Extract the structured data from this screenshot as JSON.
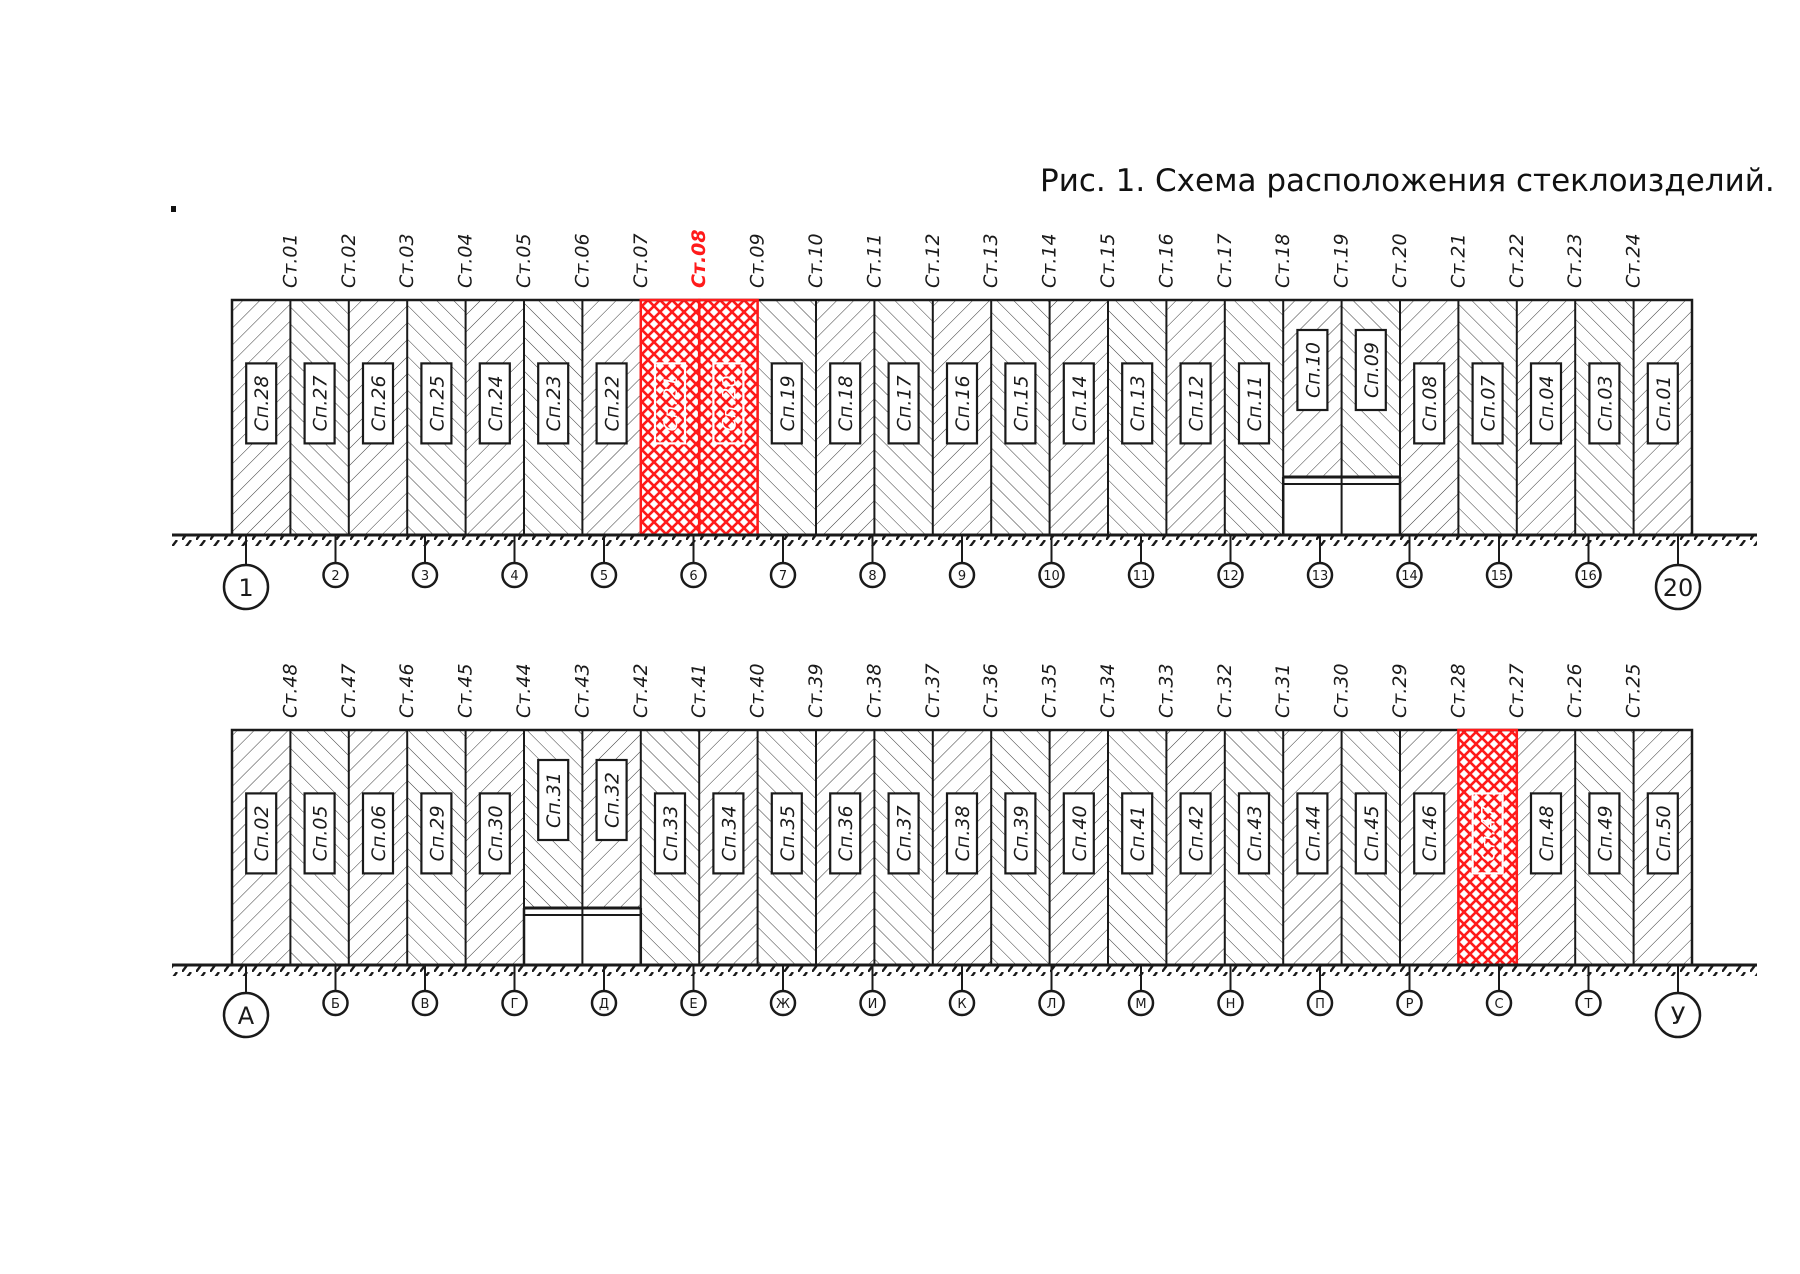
{
  "caption": "Рис. 1. Схема расположения стеклоизделий.",
  "colors": {
    "line": "#1a1a1a",
    "highlight": "#ff1a1a",
    "background": "#ffffff"
  },
  "facades": [
    {
      "id": "facade-1",
      "stekla": [
        "Ст.01",
        "Ст.02",
        "Ст.03",
        "Ст.04",
        "Ст.05",
        "Ст.06",
        "Ст.07",
        "Ст.08",
        "Ст.09",
        "Ст.10",
        "Ст.11",
        "Ст.12",
        "Ст.13",
        "Ст.14",
        "Ст.15",
        "Ст.16",
        "Ст.17",
        "Ст.18",
        "Ст.19",
        "Ст.20",
        "Ст.21",
        "Ст.22",
        "Ст.23",
        "Ст.24"
      ],
      "highlighted_steklo": "Ст.08",
      "panels": [
        {
          "label": "Сп.28",
          "highlight": false,
          "door": false
        },
        {
          "label": "Сп.27",
          "highlight": false,
          "door": false
        },
        {
          "label": "Сп.26",
          "highlight": false,
          "door": false
        },
        {
          "label": "Сп.25",
          "highlight": false,
          "door": false
        },
        {
          "label": "Сп.24",
          "highlight": false,
          "door": false
        },
        {
          "label": "Сп.23",
          "highlight": false,
          "door": false
        },
        {
          "label": "Сп.22",
          "highlight": false,
          "door": false
        },
        {
          "label": "Сп.21",
          "highlight": true,
          "door": false
        },
        {
          "label": "Сп.20",
          "highlight": true,
          "door": false
        },
        {
          "label": "Сп.19",
          "highlight": false,
          "door": false
        },
        {
          "label": "Сп.18",
          "highlight": false,
          "door": false
        },
        {
          "label": "Сп.17",
          "highlight": false,
          "door": false
        },
        {
          "label": "Сп.16",
          "highlight": false,
          "door": false
        },
        {
          "label": "Сп.15",
          "highlight": false,
          "door": false
        },
        {
          "label": "Сп.14",
          "highlight": false,
          "door": false
        },
        {
          "label": "Сп.13",
          "highlight": false,
          "door": false
        },
        {
          "label": "Сп.12",
          "highlight": false,
          "door": false
        },
        {
          "label": "Сп.11",
          "highlight": false,
          "door": false
        },
        {
          "label": "Сп.10",
          "highlight": false,
          "door": true
        },
        {
          "label": "Сп.09",
          "highlight": false,
          "door": true
        },
        {
          "label": "Сп.08",
          "highlight": false,
          "door": false
        },
        {
          "label": "Сп.07",
          "highlight": false,
          "door": false
        },
        {
          "label": "Сп.04",
          "highlight": false,
          "door": false
        },
        {
          "label": "Сп.03",
          "highlight": false,
          "door": false
        },
        {
          "label": "Сп.01",
          "highlight": false,
          "door": false
        }
      ],
      "axes": [
        "1",
        "2",
        "3",
        "4",
        "5",
        "6",
        "7",
        "8",
        "9",
        "10",
        "11",
        "12",
        "13",
        "14",
        "15",
        "16",
        "20"
      ]
    },
    {
      "id": "facade-2",
      "stekla": [
        "Ст.48",
        "Ст.47",
        "Ст.46",
        "Ст.45",
        "Ст.44",
        "Ст.43",
        "Ст.42",
        "Ст.41",
        "Ст.40",
        "Ст.39",
        "Ст.38",
        "Ст.37",
        "Ст.36",
        "Ст.35",
        "Ст.34",
        "Ст.33",
        "Ст.32",
        "Ст.31",
        "Ст.30",
        "Ст.29",
        "Ст.28",
        "Ст.27",
        "Ст.26",
        "Ст.25"
      ],
      "highlighted_steklo": "",
      "panels": [
        {
          "label": "Сп.02",
          "highlight": false,
          "door": false
        },
        {
          "label": "Сп.05",
          "highlight": false,
          "door": false
        },
        {
          "label": "Сп.06",
          "highlight": false,
          "door": false
        },
        {
          "label": "Сп.29",
          "highlight": false,
          "door": false
        },
        {
          "label": "Сп.30",
          "highlight": false,
          "door": false
        },
        {
          "label": "Сп.31",
          "highlight": false,
          "door": true
        },
        {
          "label": "Сп.32",
          "highlight": false,
          "door": true
        },
        {
          "label": "Сп.33",
          "highlight": false,
          "door": false
        },
        {
          "label": "Сп.34",
          "highlight": false,
          "door": false
        },
        {
          "label": "Сп.35",
          "highlight": false,
          "door": false
        },
        {
          "label": "Сп.36",
          "highlight": false,
          "door": false
        },
        {
          "label": "Сп.37",
          "highlight": false,
          "door": false
        },
        {
          "label": "Сп.38",
          "highlight": false,
          "door": false
        },
        {
          "label": "Сп.39",
          "highlight": false,
          "door": false
        },
        {
          "label": "Сп.40",
          "highlight": false,
          "door": false
        },
        {
          "label": "Сп.41",
          "highlight": false,
          "door": false
        },
        {
          "label": "Сп.42",
          "highlight": false,
          "door": false
        },
        {
          "label": "Сп.43",
          "highlight": false,
          "door": false
        },
        {
          "label": "Сп.44",
          "highlight": false,
          "door": false
        },
        {
          "label": "Сп.45",
          "highlight": false,
          "door": false
        },
        {
          "label": "Сп.46",
          "highlight": false,
          "door": false
        },
        {
          "label": "Сп.47",
          "highlight": true,
          "door": false
        },
        {
          "label": "Сп.48",
          "highlight": false,
          "door": false
        },
        {
          "label": "Сп.49",
          "highlight": false,
          "door": false
        },
        {
          "label": "Сп.50",
          "highlight": false,
          "door": false
        }
      ],
      "axes": [
        "А",
        "Б",
        "В",
        "Г",
        "Д",
        "Е",
        "Ж",
        "И",
        "К",
        "Л",
        "М",
        "Н",
        "П",
        "Р",
        "С",
        "Т",
        "У"
      ]
    }
  ]
}
